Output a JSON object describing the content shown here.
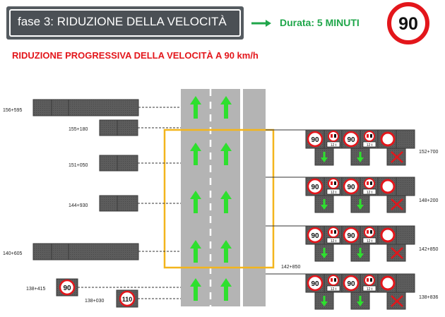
{
  "header": {
    "phase_title": "fase 3:  RIDUZIONE DELLA VELOCITÀ",
    "duration": "Durata: 5 MINUTI",
    "speed_limit": "90"
  },
  "subtitle": "RIDUZIONE PROGRESSIVA DELLA VELOCITÀ A 90 km/h",
  "left_markers": {
    "m156595": "156+595",
    "m155180": "155+180",
    "m151050": "151+050",
    "m144930": "144+930",
    "m140605": "140+605",
    "m138415": "138+415",
    "m138030": "138+030"
  },
  "road_signs": {
    "sign_90": "90",
    "sign_110": "110"
  },
  "center_marker": "142+850",
  "gantries": [
    {
      "km": "152+700",
      "speed": "90",
      "truck_limit": "12 t",
      "cross_red": true
    },
    {
      "km": "148+200",
      "speed": "90",
      "truck_limit": "12 t",
      "cross_red": true
    },
    {
      "km": "142+850",
      "speed": "90",
      "truck_limit": "12 t",
      "cross_red": true
    },
    {
      "km": "138+836",
      "speed": "90",
      "truck_limit": "12 t",
      "cross_red": true
    }
  ],
  "colors": {
    "title_bg": "#4b5055",
    "accent_green": "#1fa64a",
    "alert_red": "#e3161b",
    "highlight_orange": "#f3b51c",
    "road_gray": "#b4b4b4",
    "panel_dark": "#555555"
  }
}
